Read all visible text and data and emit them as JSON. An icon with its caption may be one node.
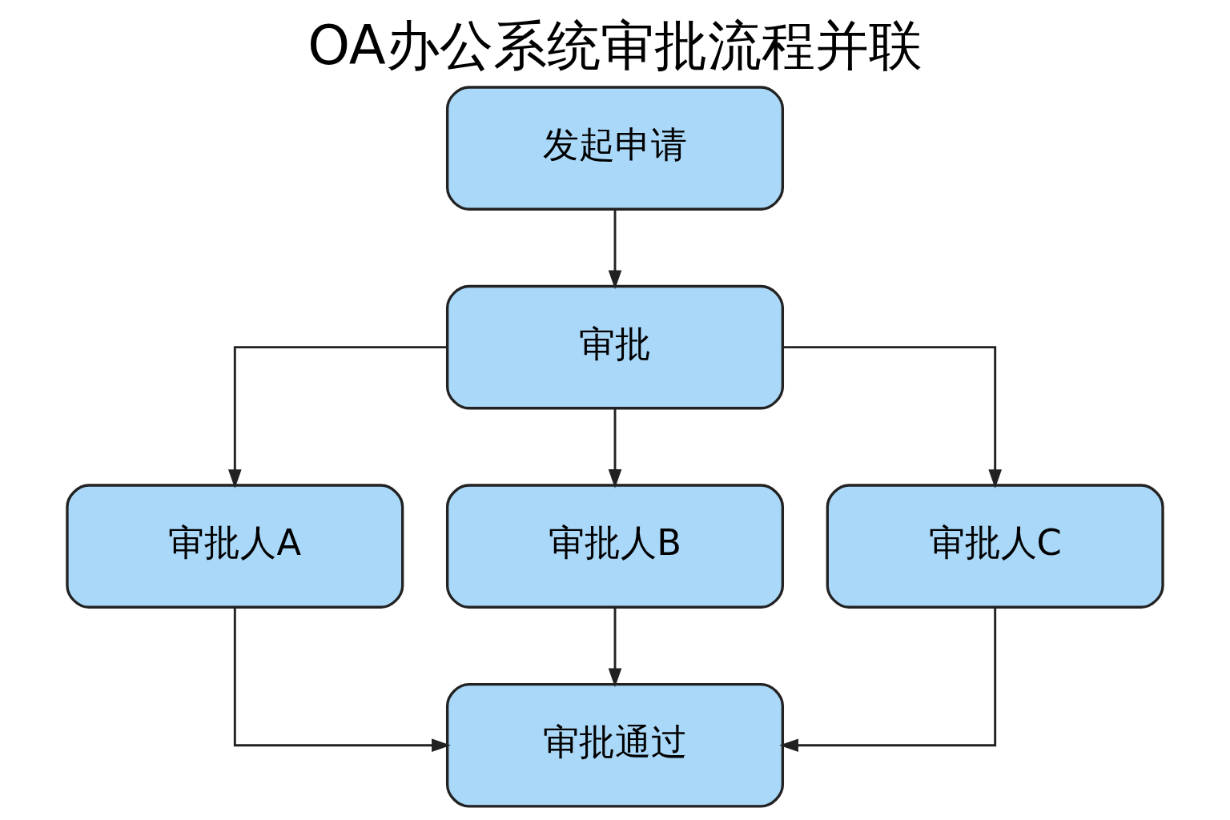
{
  "diagram": {
    "title": "OA办公系统审批流程并联",
    "nodes": [
      {
        "text": [
          "发起申请"
        ]
      },
      {
        "text": [
          "审批"
        ]
      },
      {
        "text": [
          "审批人A"
        ]
      },
      {
        "text": [
          "审批人B"
        ]
      },
      {
        "text": [
          "审批人C"
        ]
      },
      {
        "text": [
          "审批通过"
        ]
      }
    ],
    "edges": [
      {
        "from": 0,
        "to": 1,
        "arrow": "to"
      },
      {
        "from": 1,
        "to": 2,
        "arrow": "to"
      },
      {
        "from": 1,
        "to": 3,
        "arrow": "to"
      },
      {
        "from": 1,
        "to": 4,
        "arrow": "to"
      },
      {
        "from": 2,
        "to": 5,
        "arrow": "to"
      },
      {
        "from": 3,
        "to": 5,
        "arrow": "to"
      },
      {
        "from": 4,
        "to": 5,
        "arrow": "to"
      }
    ]
  }
}
